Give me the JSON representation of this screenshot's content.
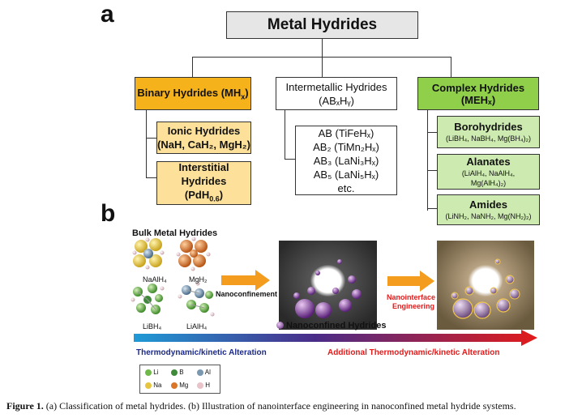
{
  "panel_a": {
    "label": "a",
    "root": "Metal Hydrides",
    "binary": {
      "title": "Binary Hydrides (MH",
      "title_sub": "x",
      "title_end": ")",
      "ionic_title": "Ionic Hydrides",
      "ionic_formula": "(NaH, CaH₂, MgH₂)",
      "interstitial_title": "Interstitial",
      "interstitial_title2": "Hydrides",
      "interstitial_formula": "(PdH",
      "interstitial_formula_sub": "0.6",
      "interstitial_formula_end": ")"
    },
    "intermetallic": {
      "title": "Intermetallic Hydrides",
      "title_formula": "(ABₓHᵧ)",
      "items": [
        "AB (TiFeHₓ)",
        "AB₂ (TiMn₂Hₓ)",
        "AB₃ (LaNi₃Hₓ)",
        "AB₅ (LaNi₅Hₓ)",
        "etc."
      ]
    },
    "complex": {
      "title": "Complex Hydrides",
      "title_formula": "(MEHₓ)",
      "boro_title": "Borohydrides",
      "boro_formula": "(LiBH₄, NaBH₄, Mg(BH₄)₂)",
      "alanate_title": "Alanates",
      "alanate_formula": "(LiAlH₄, NaAlH₄,",
      "alanate_formula2": "Mg(AlH₄)₂)",
      "amide_title": "Amides",
      "amide_formula": "(LiNH₂, NaNH₂, Mg(NH₂)₂)"
    }
  },
  "panel_b": {
    "label": "b",
    "bulk_title": "Bulk Metal Hydrides",
    "mol_labels": [
      "NaAlH₄",
      "MgH₂",
      "LiBH₄",
      "LiAlH₄"
    ],
    "arrow1_label": "Nanoconfinement",
    "arrow2_label": "Nanointerface",
    "arrow2_label2": "Engineering",
    "nano_label": "Nanoconfined Hydrides",
    "gradient_left": "Thermodynamic/kinetic Alteration",
    "gradient_right": "Additional Thermodynamic/kinetic Alteration",
    "legend": [
      {
        "name": "Li",
        "color": "#6fb84a"
      },
      {
        "name": "B",
        "color": "#3f8a3a"
      },
      {
        "name": "Al",
        "color": "#7a98b0"
      },
      {
        "name": "Na",
        "color": "#e6c640"
      },
      {
        "name": "Mg",
        "color": "#d9762a"
      },
      {
        "name": "H",
        "color": "#e9c3c8"
      }
    ],
    "colors": {
      "arrow": "#f39c1e",
      "gradient_blue": "#1f9ad6",
      "gradient_purple": "#4a2c88",
      "gradient_red": "#e21b1b",
      "left_text": "#1b2a8a",
      "right_text": "#e21b1b",
      "nano_sphere": "#7b3fa0"
    }
  },
  "caption": {
    "prefix": "Figure 1.",
    "text": " (a) Classification of metal hydrides. (b) Illustration of nanointerface engineering in nanoconfined metal hydride systems."
  }
}
